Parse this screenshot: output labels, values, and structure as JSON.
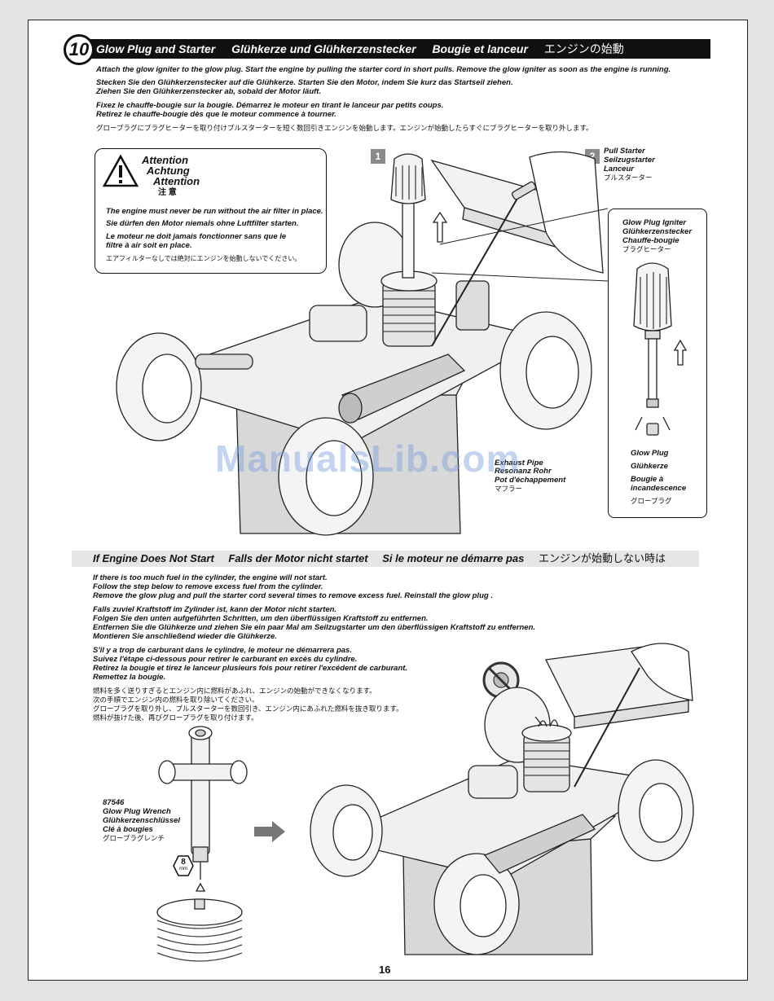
{
  "step": {
    "number": "10",
    "titles": [
      "Glow Plug and Starter",
      "Glühkerze und Glühkerzenstecker",
      "Bougie et lanceur",
      "エンジンの始動"
    ],
    "instructions": {
      "en": "Attach the glow igniter to the glow plug. Start the engine by pulling the starter cord in short pulls. Remove the glow igniter as soon as the engine is running.",
      "de1": "Stecken Sie den Glühkerzenstecker auf die Glühkerze. Starten Sie den Motor, indem Sie kurz das Startseil ziehen.",
      "de2": "Ziehen Sie den Glühkerzenstecker ab, sobald der Motor läuft.",
      "fr1": "Fixez le chauffe-bougie sur la bougie. Démarrez le moteur en tirant le lanceur par petits coups.",
      "fr2": "Retirez le chauffe-bougie dès que le moteur commence à tourner.",
      "jp": "グロープラグにプラグヒーターを取り付けプルスターターを短く数回引きエンジンを始動します。エンジンが始動したらすぐにプラグヒーターを取り外します。"
    }
  },
  "attention": {
    "titles": [
      "Attention",
      "Achtung",
      "Attention",
      "注 意"
    ],
    "en": "The engine must never be run without the air filter in place.",
    "de": "Sie dürfen den Motor niemals ohne Luftfilter starten.",
    "fr1": "Le moteur ne doit jamais fonctionner sans que le",
    "fr2": "filtre à air soit en place.",
    "jp": "エアフィルターなしでは絶対にエンジンを始動しないでください。"
  },
  "labels": {
    "num1": "1",
    "num2": "2",
    "pull_starter": [
      "Pull Starter",
      "Seilzugstarter",
      "Lanceur",
      "プルスターター"
    ],
    "glow_igniter": [
      "Glow Plug Igniter",
      "Glühkerzenstecker",
      "Chauffe-bougie",
      "プラグヒーター"
    ],
    "glow_plug": [
      "Glow Plug",
      "Glühkerze",
      "Bougie à",
      "incandescence",
      "グロープラグ"
    ],
    "exhaust": [
      "Exhaust Pipe",
      "Resonanz Rohr",
      "Pot d'échappement",
      "マフラー"
    ],
    "wrench": [
      "87546",
      "Glow Plug Wrench",
      "Glühkerzenschlüssel",
      "Clé à bougies",
      "グロープラグレンチ"
    ],
    "wrench_size": "8",
    "wrench_unit": "mm"
  },
  "troubleshoot": {
    "titles": [
      "If Engine Does Not Start",
      "Falls der Motor nicht startet",
      "Si le moteur ne démarre pas",
      "エンジンが始動しない時は"
    ],
    "en": [
      "If there is too much fuel in the cylinder, the engine will not start.",
      "Follow the step below to remove excess fuel from the cylinder.",
      "Remove the glow plug and pull the starter cord several times to remove excess fuel. Reinstall the glow plug ."
    ],
    "de": [
      "Falls zuviel Kraftstoff im Zylinder ist, kann der Motor nicht starten.",
      "Folgen Sie den unten aufgeführten Schritten, um den überflüssigen Kraftstoff zu entfernen.",
      "Entfernen Sie die Glühkerze und ziehen Sie ein paar Mal am Seilzugstarter um den überflüssigen Kraftstoff zu entfernen.",
      "Montieren Sie anschließend wieder die Glühkerze."
    ],
    "fr": [
      "S'il y a trop de carburant dans le cylindre, le moteur ne démarrera pas.",
      "Suivez l'étape ci-dessous pour retirer le carburant en excès du cylindre.",
      "Retirez la bougie et tirez le lanceur plusieurs fois pour retirer l'excédent de carburant.",
      "Remettez la bougie."
    ],
    "jp": [
      "燃料を多く送りすぎるとエンジン内に燃料があふれ、エンジンの始動ができなくなります。",
      "次の手順でエンジン内の燃料を取り除いてください。",
      "グロープラグを取り外し、プルスターターを数回引き、エンジン内にあふれた燃料を抜き取ります。",
      "燃料が抜けた後、再びグロープラグを取り付けます。"
    ]
  },
  "watermark": "ManualsLib.com",
  "page_number": "16"
}
